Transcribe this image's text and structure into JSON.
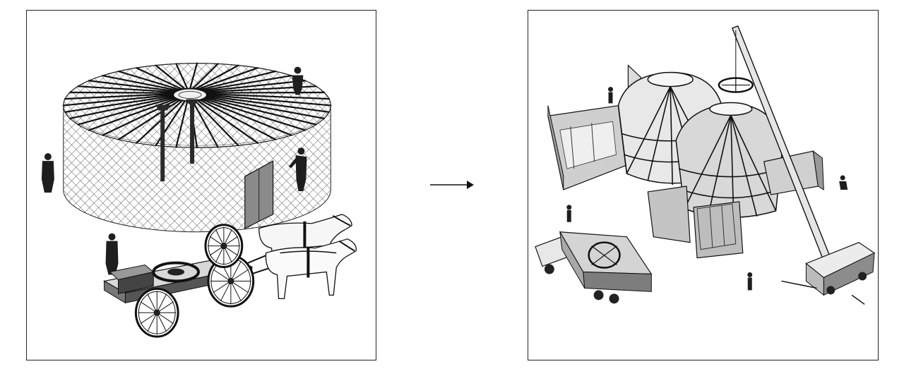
{
  "figure": {
    "left_panel": {
      "subject": "traditional-yurt-assembly",
      "elements": [
        "lattice-wall",
        "roof-ribs",
        "crown-ring",
        "support-posts",
        "door",
        "people",
        "horse-cart",
        "cart-wheels"
      ]
    },
    "arrow": {
      "direction": "right"
    },
    "right_panel": {
      "subject": "modern-yurt-building-construction",
      "elements": [
        "steel-frame-domes",
        "annex-walls",
        "crane",
        "crown-ring-load",
        "dump-truck",
        "workers"
      ]
    },
    "colors": {
      "line": "#1a1a1a",
      "wall_fill": "#e3e3e3",
      "dark": "#2a2a2a",
      "mid": "#9a9a9a"
    }
  }
}
